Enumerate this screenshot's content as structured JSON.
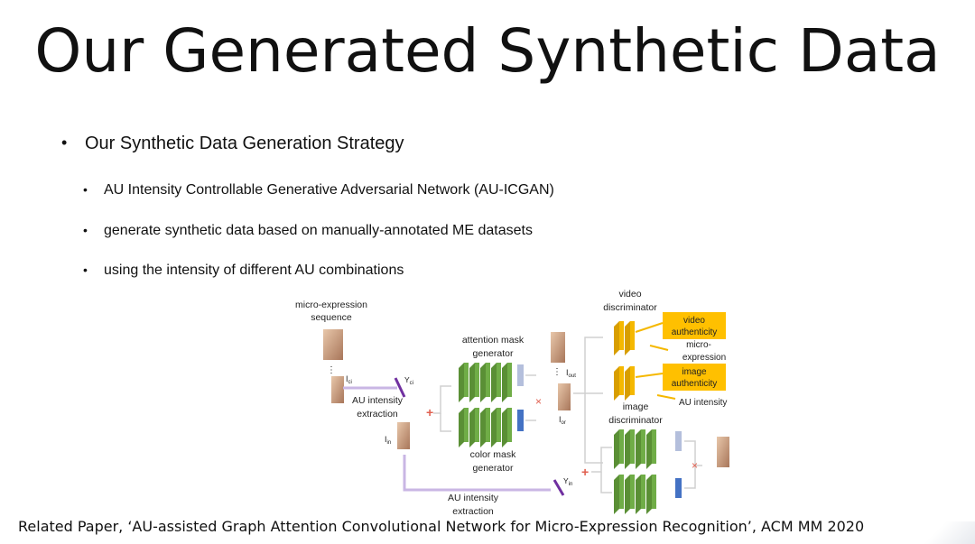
{
  "slide": {
    "title": "Our Generated Synthetic Data",
    "bullet_main": "Our Synthetic Data Generation Strategy",
    "sub_bullets": [
      "AU Intensity Controllable Generative Adversarial Network (AU-ICGAN)",
      "generate synthetic data based on manually-annotated ME datasets",
      "using the intensity of different AU combinations"
    ],
    "footer": "Related Paper, ‘AU-assisted Graph Attention Convolutional Network for Micro-Expression Recognition’, ACM MM 2020"
  },
  "diagram": {
    "seq_label_1": "micro-expression",
    "seq_label_2": "sequence",
    "ici": "I",
    "ici_sub": "ci",
    "iin": "I",
    "iin_sub": "in",
    "yci": "Y",
    "yci_sub": "ci",
    "yin": "Y",
    "yin_sub": "in",
    "au_ext_1_a": "AU intensity",
    "au_ext_1_b": "extraction",
    "au_ext_2_a": "AU intensity",
    "au_ext_2_b": "extraction",
    "attn_a": "attention mask",
    "attn_b": "generator",
    "color_a": "color mask",
    "color_b": "generator",
    "iout": "I",
    "iout_sub": "out",
    "ior": "I",
    "ior_sub": "or",
    "video_disc_a": "video",
    "video_disc_b": "discriminator",
    "image_disc_a": "image",
    "image_disc_b": "discriminator",
    "video_auth_a": "video",
    "video_auth_b": "authenticity",
    "image_auth_a": "image",
    "image_auth_b": "authenticity",
    "micro_a": "micro-",
    "micro_b": "expression",
    "au_intensity": "AU intensity",
    "plus": "+",
    "times": "×",
    "colors": {
      "green_block": "#70ad47",
      "orange_block": "#f5b800",
      "label_highlight": "#ffc000",
      "purple_line": "#c9b6e4",
      "purple_mark": "#7030a0",
      "blue_mask": "#4472c4",
      "gray_mask": "#b4bfdc"
    }
  }
}
